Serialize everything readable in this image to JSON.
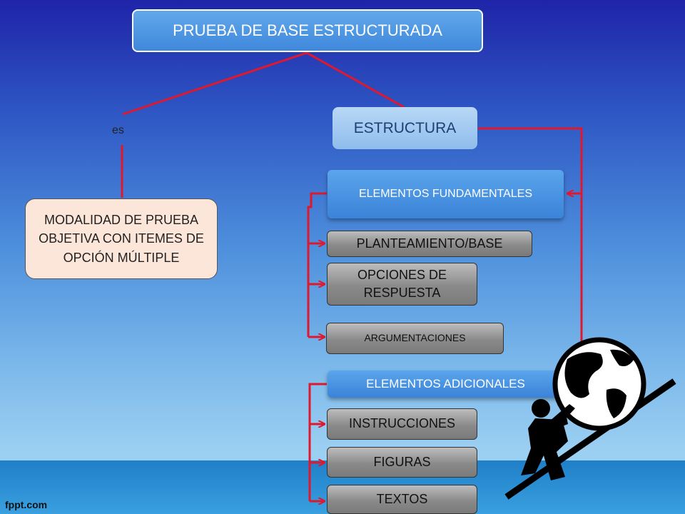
{
  "title": "PRUEBA DE BASE ESTRUCTURADA",
  "connector_label": "es",
  "modalidad": "MODALIDAD DE PRUEBA OBJETIVA CON ITEMES DE OPCIÓN MÚLTIPLE",
  "estructura": "ESTRUCTURA",
  "fundamentales": {
    "label": "ELEMENTOS FUNDAMENTALES",
    "items": [
      "PLANTEAMIENTO/BASE",
      "OPCIONES DE RESPUESTA",
      "ARGUMENTACIONES"
    ]
  },
  "adicionales": {
    "label": "ELEMENTOS  ADICIONALES",
    "items": [
      "INSTRUCCIONES",
      "FIGURAS",
      "TEXTOS"
    ]
  },
  "footer_logo": "fppt.com",
  "colors": {
    "connector": "#e0182d",
    "box_blue": "#3f88dc",
    "box_gray": "#8a8a8a",
    "box_peach": "#fce6d9"
  },
  "illustration_icon": "sisyphus-pushing-globe-icon"
}
